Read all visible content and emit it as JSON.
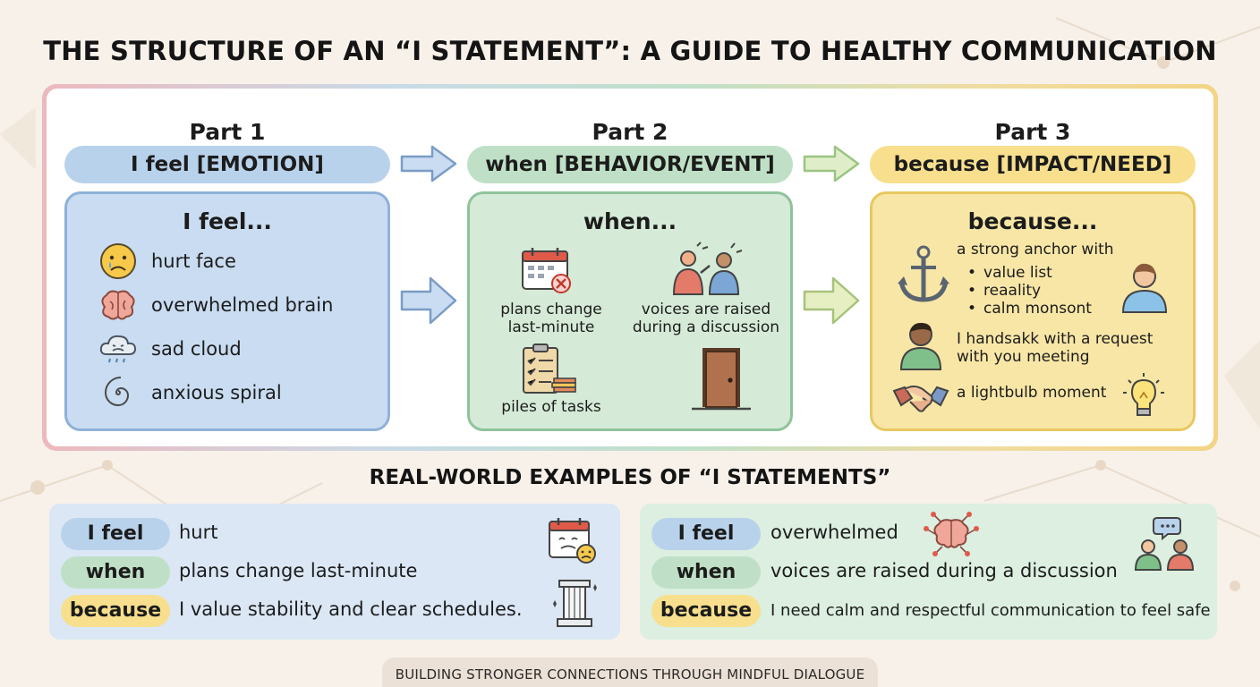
{
  "title": "THE STRUCTURE OF AN “I STATEMENT”: A GUIDE TO HEALTHY COMMUNICATION",
  "parts": [
    {
      "part_title": "Part 1",
      "pill": "I feel [EMOTION]",
      "card_heading": "I feel...",
      "items": [
        {
          "icon": "crying-face-icon",
          "label": "hurt face"
        },
        {
          "icon": "brain-icon",
          "label": "overwhelmed brain"
        },
        {
          "icon": "sad-cloud-icon",
          "label": "sad cloud"
        },
        {
          "icon": "spiral-icon",
          "label": "anxious spiral"
        }
      ]
    },
    {
      "part_title": "Part 2",
      "pill": "when [BEHAVIOR/EVENT]",
      "card_heading": "when...",
      "items": [
        {
          "icon": "calendar-cancel-icon",
          "label": "plans change\nlast-minute"
        },
        {
          "icon": "arguing-people-icon",
          "label": "voices are raised\nduring a discussion"
        },
        {
          "icon": "task-clipboard-icon",
          "label": "piles of tasks"
        },
        {
          "icon": "door-icon",
          "label": ""
        }
      ]
    },
    {
      "part_title": "Part 3",
      "pill": "because [IMPACT/NEED]",
      "card_heading": "because...",
      "anchor_text": "a strong anchor with",
      "bullets": [
        "value list",
        "reaality",
        "calm monsont"
      ],
      "handshake_text": "I handsakk with a request\nwith you meeting",
      "lightbulb_text": "a lightbulb moment",
      "icons": [
        "anchor-icon",
        "person-icon",
        "person-icon",
        "handshake-icon",
        "lightbulb-icon"
      ]
    }
  ],
  "examples_title": "REAL-WORLD EXAMPLES OF “I STATEMENTS”",
  "examples": [
    {
      "rows": [
        {
          "tag": "I feel",
          "text": "hurt"
        },
        {
          "tag": "when",
          "text": "plans change last-minute"
        },
        {
          "tag": "because",
          "text": "I value stability and clear schedules."
        }
      ],
      "icons": [
        "sad-calendar-icon",
        "pillar-icon"
      ]
    },
    {
      "rows": [
        {
          "tag": "I feel",
          "text": "overwhelmed"
        },
        {
          "tag": "when",
          "text": "voices are raised during a discussion"
        },
        {
          "tag": "because",
          "text": "I need calm and respectful communication to feel safe"
        }
      ],
      "icons": [
        "brain-network-icon",
        "people-talking-icon"
      ]
    }
  ],
  "footer": "BUILDING STRONGER CONNECTIONS THROUGH MINDFUL DIALOGUE",
  "colors": {
    "emotion": "#b9d2ec",
    "behavior": "#bfe0c6",
    "need": "#f7df8d",
    "background": "#f7f1ea"
  }
}
